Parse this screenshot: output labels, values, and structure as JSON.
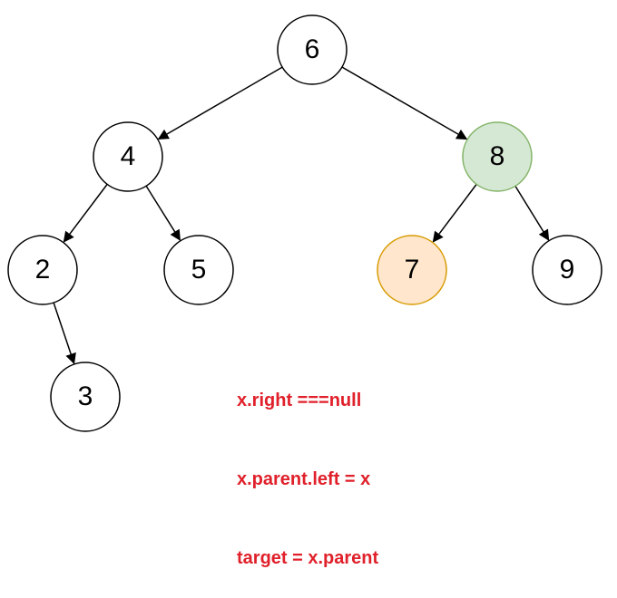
{
  "tree": {
    "nodes": [
      {
        "id": "n6",
        "label": "6",
        "style": "default"
      },
      {
        "id": "n4",
        "label": "4",
        "style": "default"
      },
      {
        "id": "n8",
        "label": "8",
        "style": "green"
      },
      {
        "id": "n2",
        "label": "2",
        "style": "default"
      },
      {
        "id": "n5",
        "label": "5",
        "style": "default"
      },
      {
        "id": "n7",
        "label": "7",
        "style": "orange"
      },
      {
        "id": "n9",
        "label": "9",
        "style": "default"
      },
      {
        "id": "n3",
        "label": "3",
        "style": "default"
      }
    ],
    "edges": [
      {
        "from": "n6",
        "to": "n4"
      },
      {
        "from": "n6",
        "to": "n8"
      },
      {
        "from": "n4",
        "to": "n2"
      },
      {
        "from": "n4",
        "to": "n5"
      },
      {
        "from": "n8",
        "to": "n7"
      },
      {
        "from": "n8",
        "to": "n9"
      },
      {
        "from": "n2",
        "to": "n3"
      }
    ],
    "styles": {
      "default": {
        "fill": "#ffffff",
        "stroke": "#000000"
      },
      "green": {
        "fill": "#d5e8d4",
        "stroke": "#82b366"
      },
      "orange": {
        "fill": "#ffe6cc",
        "stroke": "#d79b00"
      }
    }
  },
  "annotation": {
    "line1": "x.right ===null",
    "line2": "x.parent.left = x",
    "line3": "target = x.parent",
    "color": "#e0202a"
  }
}
